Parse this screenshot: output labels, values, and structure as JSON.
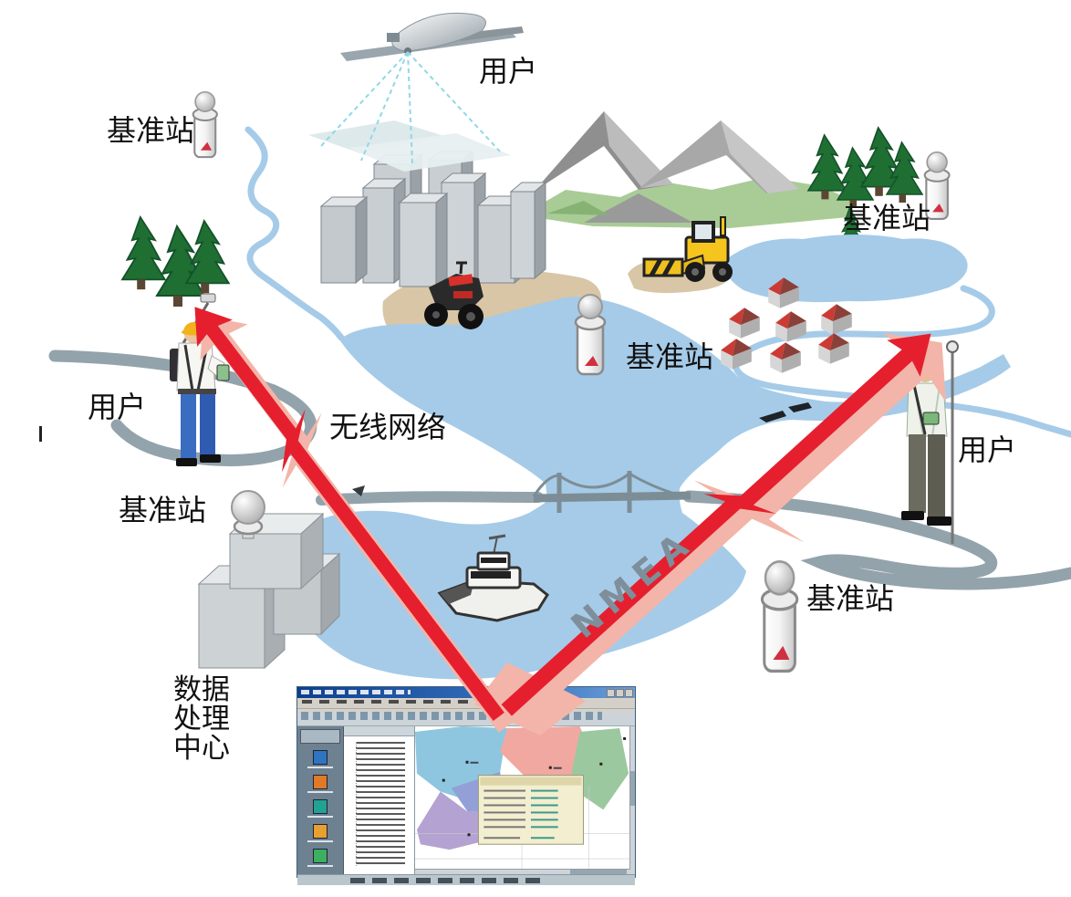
{
  "labels": {
    "user": "用户",
    "base_station": "基准站",
    "wireless_network": "无线网络",
    "nmea": "NMEA",
    "data_center_lines": [
      "数据",
      "处理",
      "中心"
    ]
  },
  "colors": {
    "arrow_red": "#e51f2e",
    "arrow_shadow_pink": "#f3b5a9",
    "water_blue": "#a5cbe8",
    "road_gray": "#93a3ab",
    "label_black": "#111111",
    "nmea_gray": "#7e8e9a",
    "tree_green": "#1f6f33",
    "hill_green": "#a9cc96",
    "mountain_gray": "#9b9b9b",
    "sand_tan": "#d8c6a6",
    "house_roof_red": "#cc3a34",
    "station_logo_red": "#d03040",
    "machine_yellow": "#f5c51e",
    "software_titlebar_blue": "#2a62a8",
    "map_region_blue": "#8ec6e0",
    "map_region_salmon": "#f0a8a0",
    "map_region_green": "#9cc8a0",
    "map_region_yellow": "#e8e098",
    "map_region_purple": "#b4a2d2",
    "tooltip_cream": "#f2eecf"
  }
}
